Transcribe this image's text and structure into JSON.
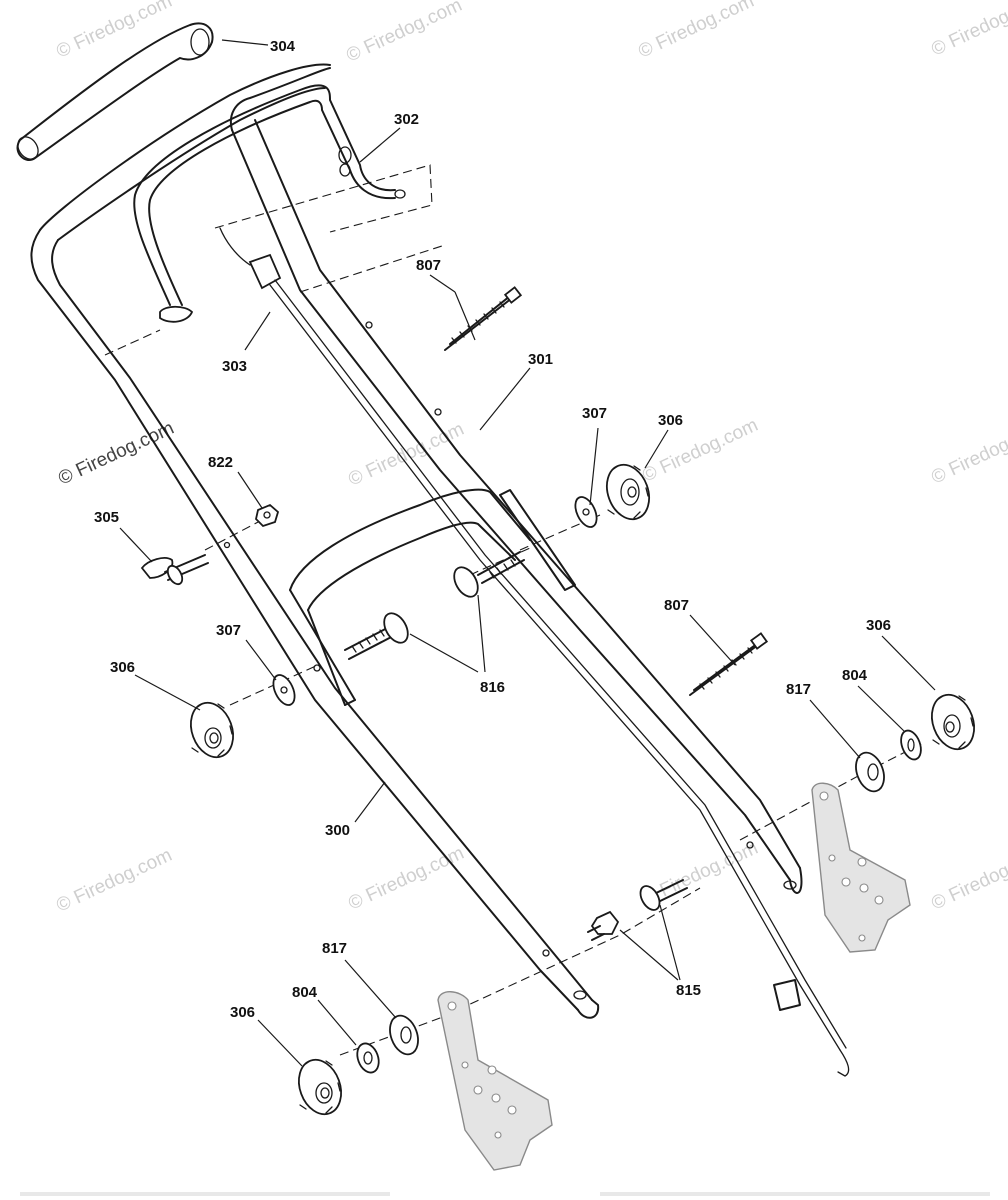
{
  "watermarks": {
    "text": "© Firedog.com"
  },
  "callouts": {
    "c300": "300",
    "c301": "301",
    "c302": "302",
    "c303": "303",
    "c304": "304",
    "c305": "305",
    "c306_mid": "306",
    "c306_left": "306",
    "c306_right": "306",
    "c306_bottom": "306",
    "c307_top": "307",
    "c307_left": "307",
    "c804_right": "804",
    "c804_bottom": "804",
    "c807_top": "807",
    "c807_mid": "807",
    "c815": "815",
    "c816": "816",
    "c817_right": "817",
    "c817_bottom": "817",
    "c822": "822"
  }
}
